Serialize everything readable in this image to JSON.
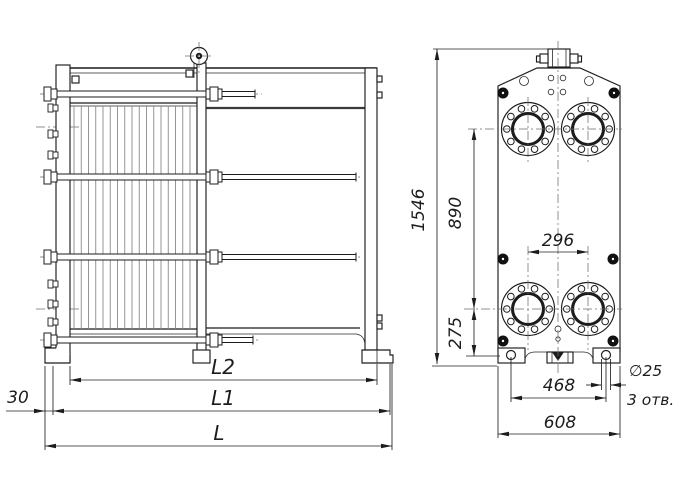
{
  "drawing": {
    "kind": "technical dimensional drawing",
    "subject": "plate heat exchanger, side view and front view",
    "line_color": "#1c1c1c",
    "background": "#ffffff"
  },
  "labels": {
    "overall_height": "1546",
    "port_row_spacing": "890",
    "lower_port_elevation": "275",
    "port_column_spacing": "296",
    "foot_hole_spacing": "468",
    "frame_width": "608",
    "foot_hole_diameter": "∅25",
    "foot_hole_count": "3 отв.",
    "foot_overhang": "30",
    "plate_pack_length": "L2",
    "frame_length": "L1",
    "overall_length": "L"
  }
}
